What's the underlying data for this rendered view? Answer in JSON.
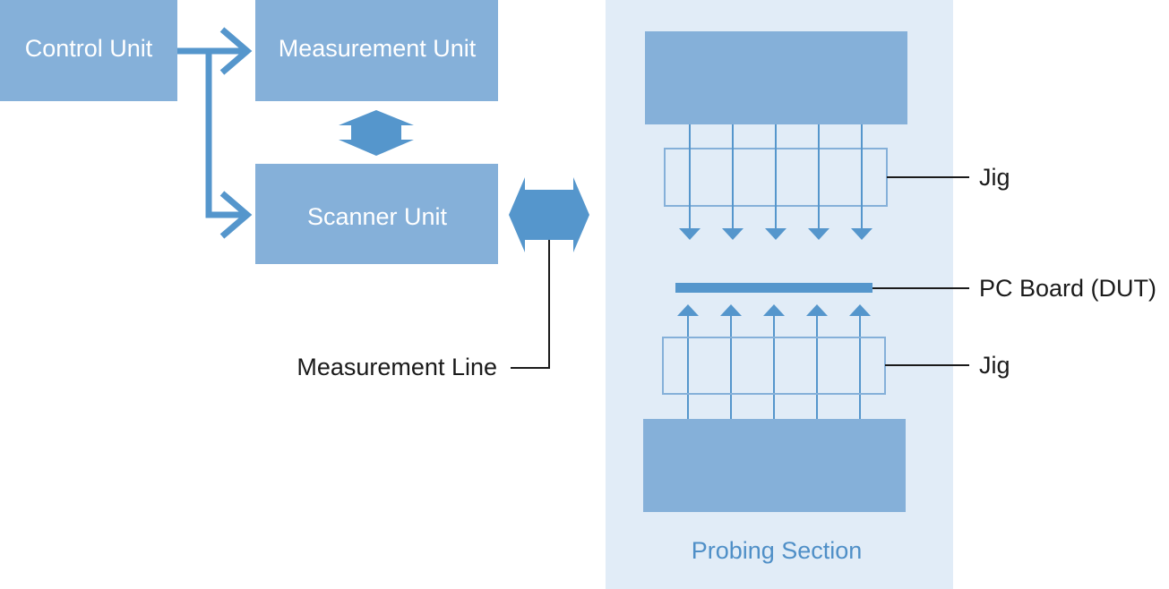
{
  "units": {
    "control": "Control Unit",
    "measurement": "Measurement Unit",
    "scanner": "Scanner Unit"
  },
  "labels": {
    "measurement_line": "Measurement Line",
    "jig_top": "Jig",
    "pc_board": "PC Board (DUT)",
    "jig_bottom": "Jig",
    "probing_section": "Probing Section"
  },
  "colors": {
    "box": "#85b0d9",
    "arrow": "#5596cc",
    "section_bg": "#e1ecf7",
    "section_text": "#4f8fc7",
    "line": "#1a1a1a"
  }
}
